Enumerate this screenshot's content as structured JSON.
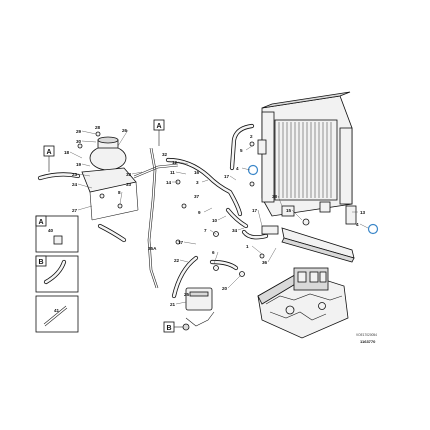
{
  "callouts": {
    "c29": "29",
    "c28": "28",
    "c30": "30",
    "c26": "26",
    "c18": "18",
    "c19": "19",
    "c23": "23",
    "c24": "24",
    "c27": "27",
    "c8": "8",
    "c33": "33",
    "c33b": "33",
    "c32": "32",
    "c12": "12",
    "c11": "11",
    "c14": "14",
    "c16": "16",
    "c17a": "17",
    "c17b": "17",
    "c17c": "17",
    "c4": "4",
    "c4b": "4",
    "c5": "5",
    "c2": "2",
    "c3": "3",
    "c37": "37",
    "c9": "9",
    "c10": "10",
    "c7": "7",
    "c34": "34",
    "c22": "22",
    "c21": "21",
    "c25": "25",
    "c6": "6",
    "c1": "1",
    "c20": "20",
    "c35a": "35A",
    "c38": "38",
    "c15": "15",
    "c36": "36",
    "c13": "13",
    "c40": "40",
    "c41": "41"
  },
  "ref_labels": {
    "a_top": "A",
    "a_left": "A",
    "a_inset": "A",
    "b_inset": "B",
    "b_bottom": "B"
  },
  "footer": {
    "code_small": "VOE17020054",
    "code_big": "1163770"
  }
}
